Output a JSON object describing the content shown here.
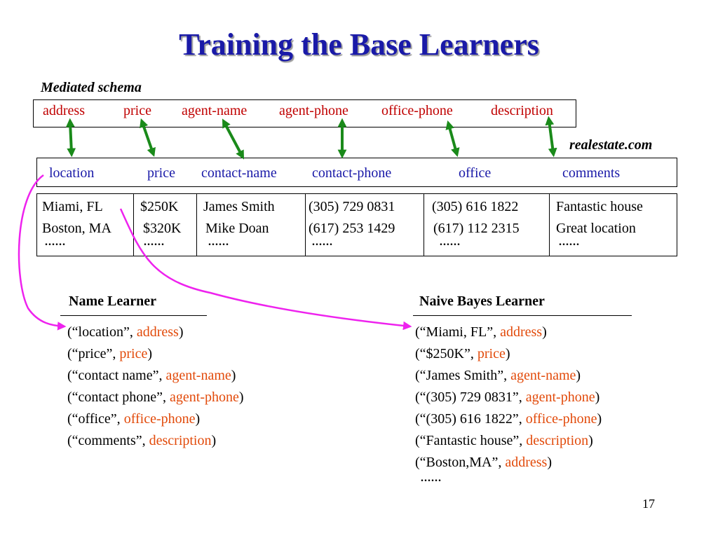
{
  "title": "Training the Base Learners",
  "mediated_label": "Mediated schema",
  "mediated_schema": [
    "address",
    "price",
    "agent-name",
    "agent-phone",
    "office-phone",
    "description"
  ],
  "source_label": "realestate.com",
  "source_schema": [
    "location",
    "price",
    "contact-name",
    "contact-phone",
    "office",
    "comments"
  ],
  "data_columns": [
    [
      "Miami, FL",
      "Boston, MA"
    ],
    [
      "$250K",
      "$320K"
    ],
    [
      "James Smith",
      "Mike Doan"
    ],
    [
      "(305) 729 0831",
      "(617) 253 1429"
    ],
    [
      "(305) 616 1822",
      "(617) 112 2315"
    ],
    [
      "Fantastic house",
      "Great location"
    ]
  ],
  "ellipsis": "......",
  "name_learner": {
    "title": "Name Learner",
    "pairs": [
      {
        "input": "(“location”, ",
        "label": "address"
      },
      {
        "input": "(“price”, ",
        "label": "price"
      },
      {
        "input": "(“contact name”, ",
        "label": "agent-name"
      },
      {
        "input": "(“contact phone”, ",
        "label": "agent-phone"
      },
      {
        "input": "(“office”, ",
        "label": "office-phone"
      },
      {
        "input": "(“comments”, ",
        "label": "description"
      }
    ]
  },
  "naive_bayes_learner": {
    "title": "Naive Bayes Learner",
    "pairs": [
      {
        "input": "(“Miami, FL”, ",
        "label": "address"
      },
      {
        "input": "(“$250K”, ",
        "label": "price"
      },
      {
        "input": "(“James Smith”, ",
        "label": "agent-name"
      },
      {
        "input": "(“(305) 729 0831”, ",
        "label": "agent-phone"
      },
      {
        "input": "(“(305) 616 1822”, ",
        "label": "office-phone"
      },
      {
        "input": "(“Fantastic house”, ",
        "label": "description"
      },
      {
        "input": "(“Boston,MA”, ",
        "label": "address"
      }
    ],
    "ellipsis": "......"
  },
  "page_number": "17",
  "colors": {
    "title": "#1a1aa8",
    "schema_text": "#c00000",
    "source_text": "#1a1aa8",
    "label_text": "#e24a0a",
    "match_arrow": "#1a8a1a",
    "flow_arrow": "#ee22ee"
  }
}
